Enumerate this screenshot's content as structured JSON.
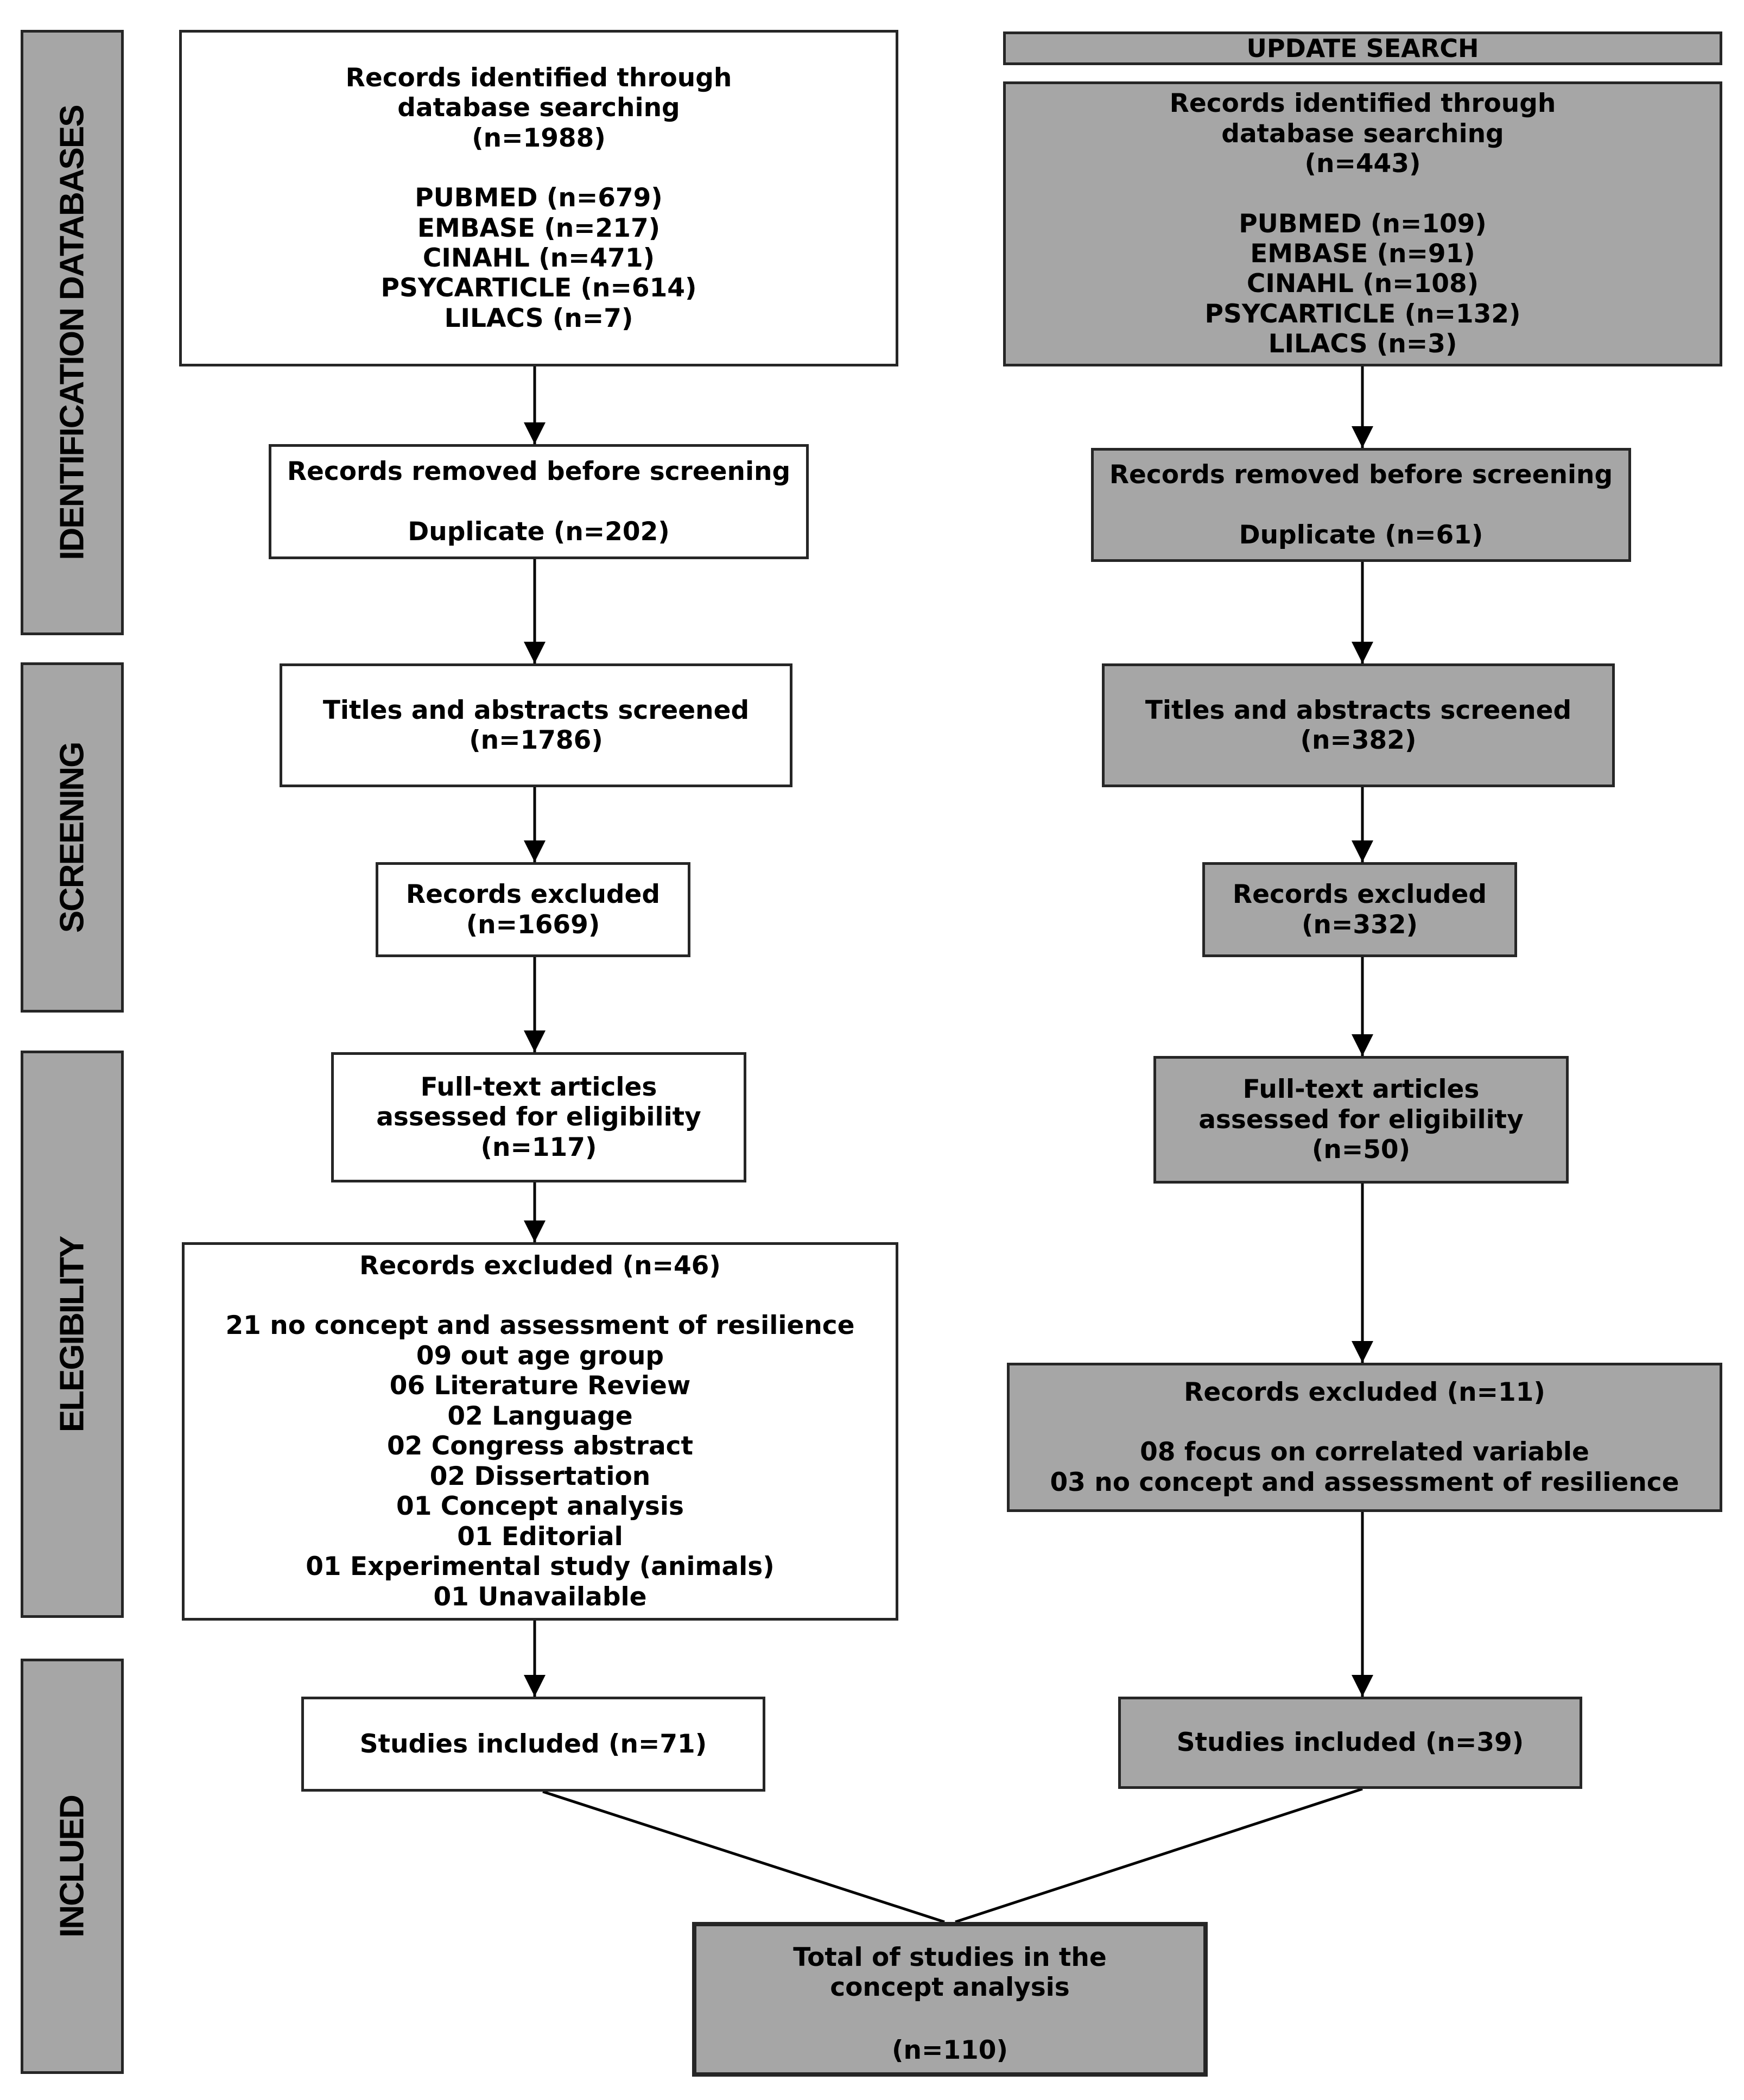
{
  "stages": {
    "identification": "IDENTIFICATION DATABASES",
    "screening": "SCREENING",
    "elegibility": "ELEGIBILITY",
    "included": "INCLUED"
  },
  "left": {
    "identified": {
      "title_1": "Records identified through",
      "title_2": "database searching",
      "count": "(n=1988)",
      "databases": [
        "PUBMED (n=679)",
        "EMBASE (n=217)",
        "CINAHL (n=471)",
        "PSYCARTICLE (n=614)",
        "LILACS (n=7)"
      ]
    },
    "removed": {
      "title": "Records removed before screening",
      "detail": "Duplicate (n=202)"
    },
    "screened": {
      "title": "Titles and abstracts screened",
      "count": "(n=1786)"
    },
    "excluded": {
      "title": "Records excluded",
      "count": "(n=1669)"
    },
    "fulltext": {
      "title_1": "Full-text articles",
      "title_2": "assessed for eligibility",
      "count": "(n=117)"
    },
    "excluded_fulltext": {
      "title": "Records excluded (n=46)",
      "reasons": [
        "21 no concept and assessment of resilience",
        "09 out age group",
        "06 Literature Review",
        "02 Language",
        "02 Congress abstract",
        "02 Dissertation",
        "01 Concept analysis",
        "01 Editorial",
        "01 Experimental study (animals)",
        "01 Unavailable"
      ]
    },
    "included": {
      "title": "Studies included (n=71)"
    }
  },
  "right": {
    "header": "UPDATE SEARCH",
    "identified": {
      "title_1": "Records identified through",
      "title_2": "database searching",
      "count": "(n=443)",
      "databases": [
        "PUBMED (n=109)",
        "EMBASE (n=91)",
        "CINAHL (n=108)",
        "PSYCARTICLE (n=132)",
        "LILACS (n=3)"
      ]
    },
    "removed": {
      "title": "Records removed before screening",
      "detail": "Duplicate (n=61)"
    },
    "screened": {
      "title": "Titles and abstracts screened",
      "count": "(n=382)"
    },
    "excluded": {
      "title": "Records excluded",
      "count": "(n=332)"
    },
    "fulltext": {
      "title_1": "Full-text articles",
      "title_2": "assessed for eligibility",
      "count": "(n=50)"
    },
    "excluded_fulltext": {
      "title": "Records excluded (n=11)",
      "reasons": [
        "08 focus on correlated variable",
        "03 no concept and assessment of resilience"
      ]
    },
    "included": {
      "title": "Studies included (n=39)"
    }
  },
  "total": {
    "title_1": "Total of studies in the",
    "title_2": "concept analysis",
    "count": "(n=110)"
  },
  "colors": {
    "stage_fill": "#a6a6a6",
    "box_border": "#262626",
    "grey_box": "#a6a6a6",
    "white_box": "#ffffff"
  }
}
